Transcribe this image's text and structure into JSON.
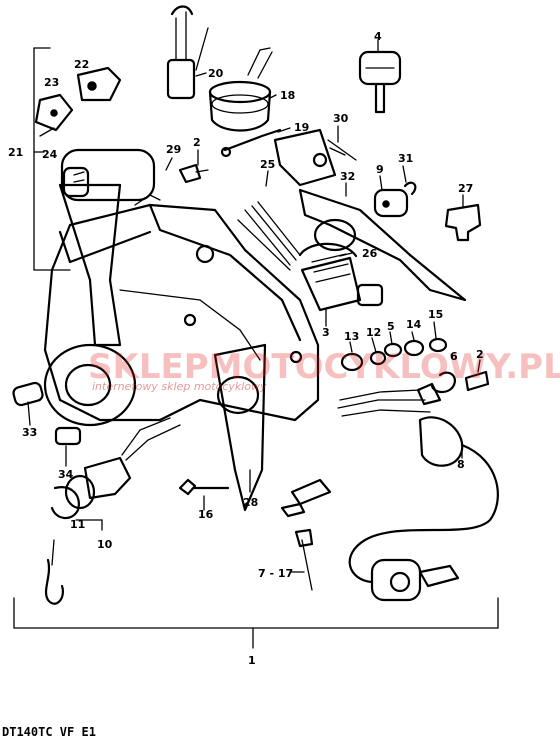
{
  "diagram": {
    "code": "DT140TC VF E1",
    "watermark": {
      "brand": "SKLEPMOTOCYKLOWY.PL",
      "tagline": "internetowy sklep motocyklowy"
    },
    "callouts": [
      {
        "id": "c1",
        "text": "1"
      },
      {
        "id": "c2a",
        "text": "2"
      },
      {
        "id": "c2b",
        "text": "2"
      },
      {
        "id": "c3",
        "text": "3"
      },
      {
        "id": "c4",
        "text": "4"
      },
      {
        "id": "c5",
        "text": "5"
      },
      {
        "id": "c6",
        "text": "6"
      },
      {
        "id": "c7_17",
        "text": "7 - 17"
      },
      {
        "id": "c8",
        "text": "8"
      },
      {
        "id": "c9",
        "text": "9"
      },
      {
        "id": "c10",
        "text": "10"
      },
      {
        "id": "c11",
        "text": "11"
      },
      {
        "id": "c12",
        "text": "12"
      },
      {
        "id": "c13",
        "text": "13"
      },
      {
        "id": "c14",
        "text": "14"
      },
      {
        "id": "c15",
        "text": "15"
      },
      {
        "id": "c16",
        "text": "16"
      },
      {
        "id": "c18",
        "text": "18"
      },
      {
        "id": "c19",
        "text": "19"
      },
      {
        "id": "c20",
        "text": "20"
      },
      {
        "id": "c21",
        "text": "21"
      },
      {
        "id": "c22",
        "text": "22"
      },
      {
        "id": "c23",
        "text": "23"
      },
      {
        "id": "c24",
        "text": "24"
      },
      {
        "id": "c25",
        "text": "25"
      },
      {
        "id": "c26",
        "text": "26"
      },
      {
        "id": "c27",
        "text": "27"
      },
      {
        "id": "c28",
        "text": "28"
      },
      {
        "id": "c29",
        "text": "29"
      },
      {
        "id": "c30",
        "text": "30"
      },
      {
        "id": "c31",
        "text": "31"
      },
      {
        "id": "c32",
        "text": "32"
      },
      {
        "id": "c33",
        "text": "33"
      },
      {
        "id": "c34",
        "text": "34"
      }
    ]
  }
}
